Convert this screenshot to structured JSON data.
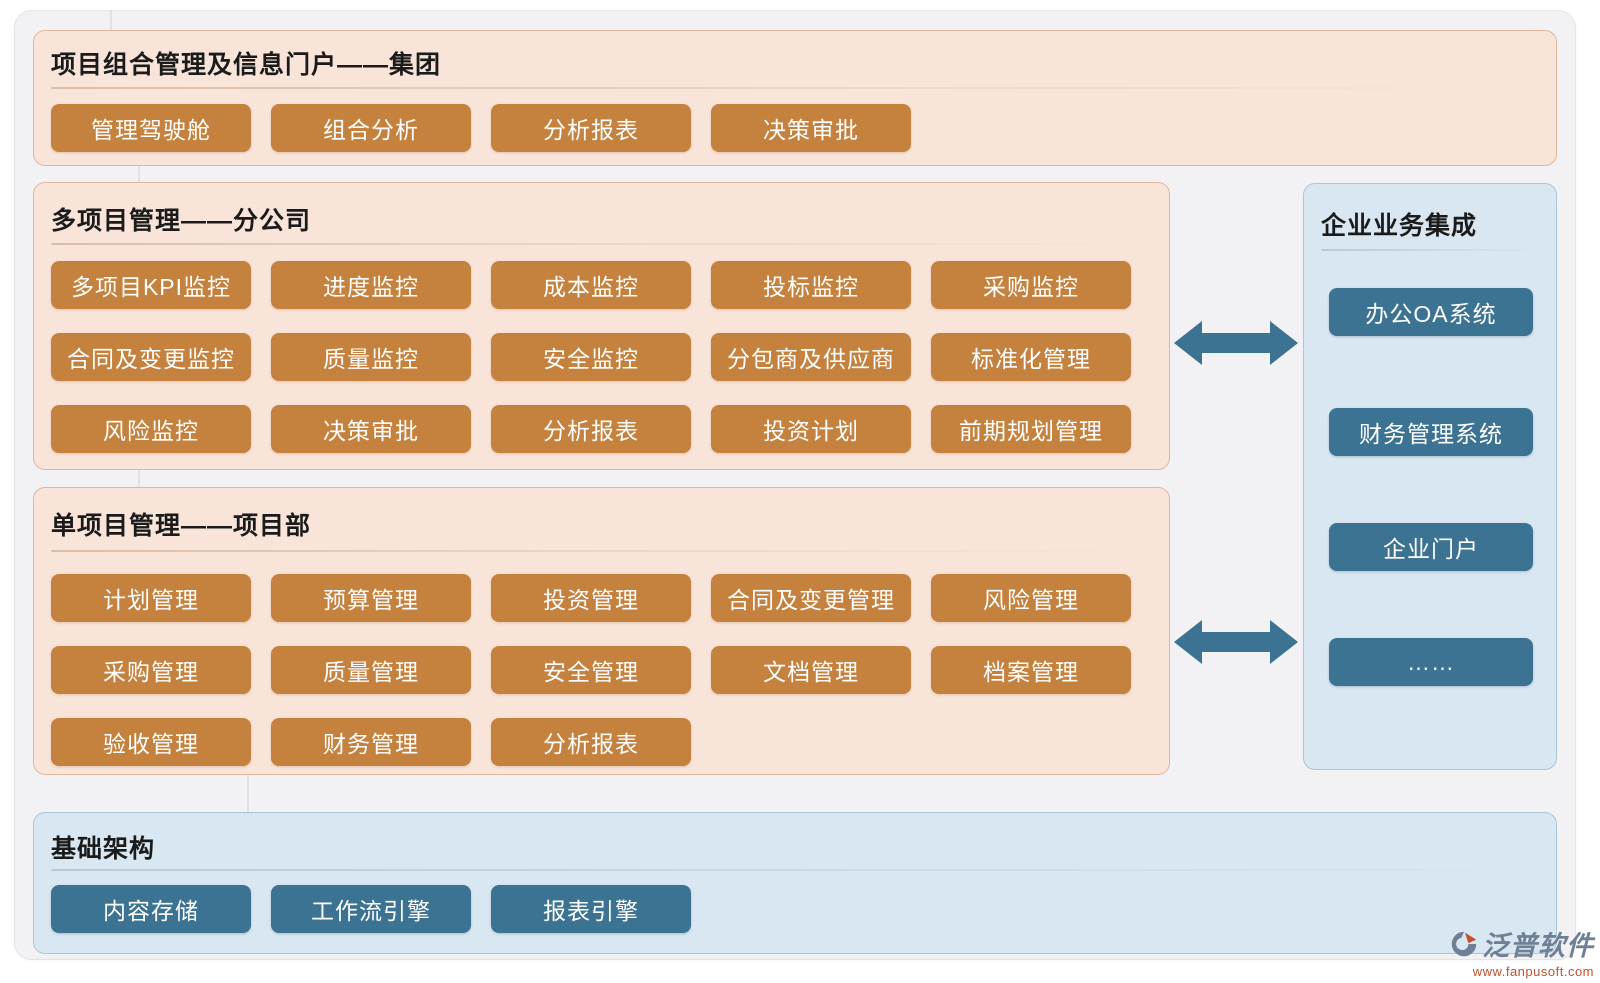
{
  "colors": {
    "orange_button": "#c5823e",
    "blue_button": "#3c7392",
    "peach_section_bg": "#f8e4d9",
    "peach_section_border": "#e3b69b",
    "blue_section_bg": "#d8e7f1",
    "blue_section_border": "#a9c6dc",
    "arrow": "#3c7392",
    "title_text": "#1b1b1b"
  },
  "sections": {
    "portfolio": {
      "title": "项目组合管理及信息门户——集团",
      "buttons": [
        "管理驾驶舱",
        "组合分析",
        "分析报表",
        "决策审批"
      ]
    },
    "multi_project": {
      "title": "多项目管理——分公司",
      "buttons": [
        "多项目KPI监控",
        "进度监控",
        "成本监控",
        "投标监控",
        "采购监控",
        "合同及变更监控",
        "质量监控",
        "安全监控",
        "分包商及供应商",
        "标准化管理",
        "风险监控",
        "决策审批",
        "分析报表",
        "投资计划",
        "前期规划管理"
      ]
    },
    "single_project": {
      "title": "单项目管理——项目部",
      "buttons": [
        "计划管理",
        "预算管理",
        "投资管理",
        "合同及变更管理",
        "风险管理",
        "采购管理",
        "质量管理",
        "安全管理",
        "文档管理",
        "档案管理",
        "验收管理",
        "财务管理",
        "分析报表"
      ]
    },
    "integration": {
      "title": "企业业务集成",
      "buttons": [
        "办公OA系统",
        "财务管理系统",
        "企业门户",
        "……"
      ]
    },
    "infrastructure": {
      "title": "基础架构",
      "buttons": [
        "内容存储",
        "工作流引擎",
        "报表引擎"
      ]
    }
  },
  "watermark": {
    "brand": "泛普软件",
    "url": "www.fanpusoft.com"
  }
}
